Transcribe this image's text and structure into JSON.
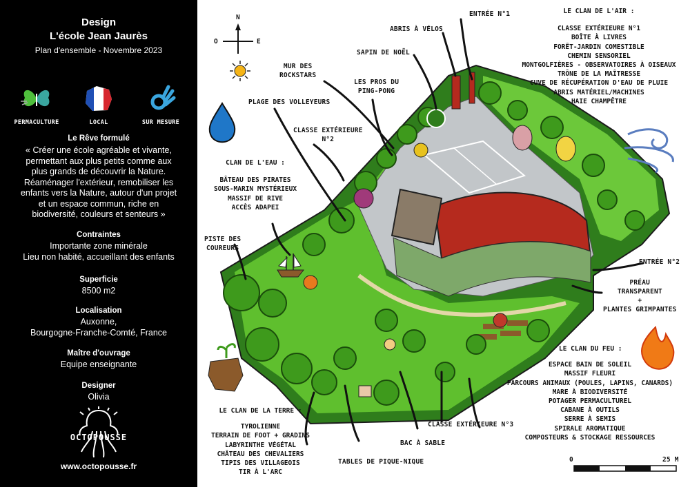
{
  "panel": {
    "title_line1": "Design",
    "title_line2": "L'école Jean Jaurès",
    "subtitle": "Plan d'ensemble - Novembre 2023",
    "badges": [
      {
        "label": "PERMACULTURE",
        "icon": "butterfly-icon"
      },
      {
        "label": "LOCAL",
        "icon": "france-flag-icon"
      },
      {
        "label": "SUR MESURE",
        "icon": "ok-hand-icon"
      }
    ],
    "reve_heading": "Le Rêve formulé",
    "reve_lines": [
      "« Créer une école agréable et vivante,",
      "permettant aux plus petits comme aux",
      "plus grands de découvrir la Nature.",
      "Réaménager l'extérieur, remobiliser les",
      "enfants vers la Nature, autour d'un projet",
      "et un espace commun, riche en",
      "biodiversité, couleurs et senteurs »"
    ],
    "contraintes_heading": "Contraintes",
    "contraintes_lines": [
      "Importante zone minérale",
      "Lieu non habité, accueillant des enfants"
    ],
    "superficie_heading": "Superficie",
    "superficie_value": "8500 m2",
    "localisation_heading": "Localisation",
    "localisation_lines": [
      "Auxonne,",
      "Bourgogne-Franche-Comté, France"
    ],
    "maitre_heading": "Maître d'ouvrage",
    "maitre_value": "Equipe enseignante",
    "designer_heading": "Designer",
    "designer_value": "Olivia",
    "brand": "OCTOPOUSSE",
    "website": "www.octopousse.fr"
  },
  "compass": {
    "n": "N",
    "o": "O",
    "e": "E"
  },
  "scale": {
    "start": "0",
    "end": "25 M"
  },
  "labels": {
    "entree1": "ENTRÉE N°1",
    "entree2": "ENTRÉE N°2",
    "abris_velos": "ABRIS À VÉLOS",
    "sapin": "SAPIN DE NOËL",
    "mur_line1": "MUR DES",
    "mur_line2": "ROCKSTARS",
    "pingpong_line1": "LES PROS DU",
    "pingpong_line2": "PING-PONG",
    "volleyeurs": "PLAGE DES VOLLEYEURS",
    "classe2_line1": "CLASSE EXTÉRIEURE",
    "classe2_line2": "N°2",
    "piste_line1": "PISTE DES",
    "piste_line2": "COUREURS",
    "preau_line1": "PRÉAU",
    "preau_line2": "TRANSPARENT",
    "preau_line3": "+",
    "preau_line4": "PLANTES GRIMPANTES",
    "classe3": "CLASSE EXTÉRIEURE N°3",
    "bac_sable": "BAC À SABLE",
    "tables": "TABLES DE PIQUE-NIQUE"
  },
  "clans": {
    "air": {
      "title": "LE CLAN DE L'AIR :",
      "items": [
        "CLASSE EXTÉRIEURE N°1",
        "BOÎTE À LIVRES",
        "FORÊT-JARDIN COMESTIBLE",
        "CHEMIN SENSORIEL",
        "MONTGOLFIÈRES - OBSERVATOIRES À OISEAUX",
        "TRÔNE DE LA MAÎTRESSE",
        "CUVE DE RÉCUPÉRATION D'EAU DE PLUIE",
        "ABRIS MATÉRIEL/MACHINES",
        "HAIE CHAMPÊTRE"
      ]
    },
    "eau": {
      "title": "CLAN DE L'EAU :",
      "items": [
        "BÂTEAU DES PIRATES",
        "SOUS-MARIN MYSTÉRIEUX",
        "MASSIF DE RIVE",
        "ACCÈS ADAPEI"
      ]
    },
    "feu": {
      "title": "LE CLAN DU FEU :",
      "items": [
        "ESPACE BAIN DE SOLEIL",
        "MASSIF FLEURI",
        "PARCOURS ANIMAUX (POULES, LAPINS, CANARDS)",
        "MARE À BIODIVERSITÉ",
        "POTAGER PERMACULTUREL",
        "CABANE À OUTILS",
        "SERRE À SEMIS",
        "SPIRALE AROMATIQUE",
        "COMPOSTEURS & STOCKAGE RESSOURCES"
      ]
    },
    "terre": {
      "title": "LE CLAN DE LA TERRE :",
      "items": [
        "TYROLIENNE",
        "TERRAIN DE FOOT + GRADINS",
        "LABYRINTHE VÉGÉTAL",
        "CHÂTEAU DES CHEVALIERS",
        "TIPIS DES VILLAGEOIS",
        "TIR À L'ARC"
      ]
    }
  },
  "colors": {
    "panel_bg": "#000000",
    "grass": "#5fbf2e",
    "tree": "#3e9a1c",
    "roof": "#b52a1e",
    "concrete": "#bfc3c6",
    "water_drop": "#1f77c8",
    "fire": "#f07a16"
  }
}
